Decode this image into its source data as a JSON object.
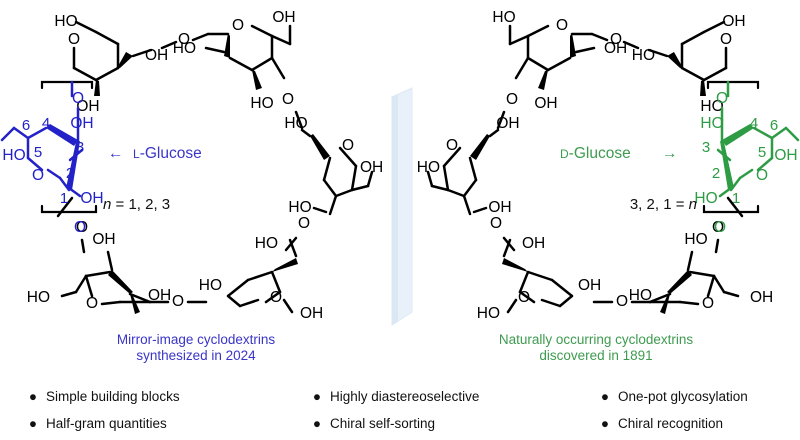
{
  "figure": {
    "type": "chemical-structure-diagram",
    "description": "Mirror-image pair of cyclodextrin macrocycles separated by a mirror plane",
    "colors": {
      "left_accent": "#2222C8",
      "right_accent": "#2E9B45",
      "left_caption": "#3A35C6",
      "right_caption": "#3E9B4F",
      "structure": "#000000",
      "mirror_plane": "#E3EDF7"
    }
  },
  "left_panel": {
    "highlight_label": {
      "arrow": "←",
      "prefix": "L",
      "text": "-Glucose",
      "full": "L-Glucose"
    },
    "repeat_label": "n = 1, 2, 3",
    "repeat_var": "n",
    "repeat_values": "1, 2, 3",
    "ring_numbers": [
      "1",
      "2",
      "3",
      "4",
      "5",
      "6"
    ],
    "caption_line1": "Mirror-image cyclodextrins",
    "caption_line2": "synthesized in 2024",
    "glucose_labels": [
      "OH",
      "OH",
      "HO",
      "O",
      "OH"
    ]
  },
  "right_panel": {
    "highlight_label": {
      "arrow": "→",
      "prefix": "D",
      "text": "-Glucose",
      "full": "D-Glucose"
    },
    "repeat_label": "3, 2, 1 = n",
    "repeat_var": "n",
    "repeat_values": "3, 2, 1",
    "ring_numbers": [
      "1",
      "2",
      "3",
      "4",
      "5",
      "6"
    ],
    "caption_line1": "Naturally occurring cyclodextrins",
    "caption_line2": "discovered in 1891",
    "glucose_labels": [
      "OH",
      "OH",
      "HO",
      "O",
      "OH"
    ]
  },
  "atom_labels": {
    "oh": "OH",
    "ho": "HO",
    "o": "O"
  },
  "bullets": {
    "column1": [
      "Simple building blocks",
      "Half-gram quantities"
    ],
    "column2": [
      "Highly diastereoselective",
      "Chiral self-sorting"
    ],
    "column3": [
      "One-pot glycosylation",
      "Chiral recognition"
    ],
    "marker": "●"
  }
}
